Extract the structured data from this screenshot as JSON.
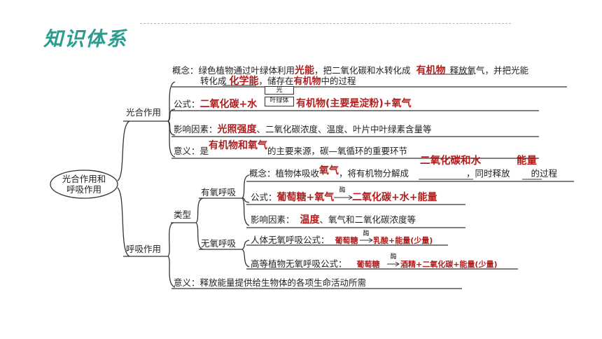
{
  "header": {
    "title": "知识体系"
  },
  "root": {
    "line1": "光合作用和",
    "line2": "呼吸作用"
  },
  "photo": {
    "label": "光合作用",
    "concept_prefix": "概念：绿色植物通过叶绿体利用",
    "concept_a1": "光能",
    "concept_mid": "，把二氧化碳和水转化成",
    "concept_a2": "有机物",
    "concept_suffix": "释放氧气，并把光能",
    "concept2_prefix": "转化成",
    "concept_a3": "化学能",
    "concept2_mid": "，储存在",
    "concept_a4": "有机物",
    "concept2_suffix": "中的过程",
    "formula_prefix": "公式：",
    "formula_left": "二氧化碳+水",
    "formula_top": "光",
    "formula_bottom": "叶绿体",
    "formula_right": "有机物(主要是淀粉)+氧气",
    "factor_prefix": "影响因素：",
    "factor_answer": "光照强度",
    "factor_suffix": "、二氧化碳浓度、温度、叶片中叶绿素含量等",
    "meaning_prefix": "意义：是",
    "meaning_answer": "有机物和氧气",
    "meaning_suffix": "的主要来源，碳—氧循环的重要环节"
  },
  "resp": {
    "label": "呼吸作用",
    "type_label": "类型",
    "aerobic_label": "有氧呼吸",
    "anaerobic_label": "无氧呼吸",
    "answer_products": "二氧化碳和水",
    "answer_energy": "能量",
    "concept_prefix": "概念：植物体吸收",
    "concept_answer": "氧气",
    "concept_mid": "，将有机物分解成",
    "concept_mid2": "，同时释放",
    "concept_suffix": "的过程",
    "formula_prefix": "公式：",
    "formula_left": "葡萄糖+氧气",
    "formula_enzyme": "酶",
    "formula_right": "二氧化碳+水+能量",
    "factor_prefix": "影响因素：",
    "factor_answer": "温度",
    "factor_suffix": "、氧气和二氧化碳浓度等",
    "human_prefix": "人体无氧呼吸公式：",
    "human_left": "葡萄糖",
    "human_enzyme": "酶",
    "human_right": "乳酸+能量(少量)",
    "plant_prefix": "高等植物无氧呼吸公式：",
    "plant_left": "葡萄糖",
    "plant_enzyme": "酶",
    "plant_right": "酒精+二氧化碳+能量(少量)",
    "meaning": "意义：释放能量提供给生物体的各项生命活动所需"
  },
  "colors": {
    "answer": "#b01e1e",
    "title": "#2a9d8f",
    "line": "#333333"
  }
}
